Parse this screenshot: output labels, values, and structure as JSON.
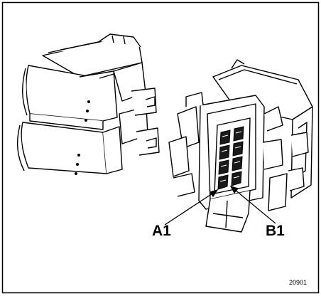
{
  "callouts": {
    "a1": "A1",
    "b1": "B1"
  },
  "figure_ref": "20901",
  "colors": {
    "ink": "#000000",
    "paper": "#ffffff",
    "contact_fill": "#1a1a1a"
  }
}
